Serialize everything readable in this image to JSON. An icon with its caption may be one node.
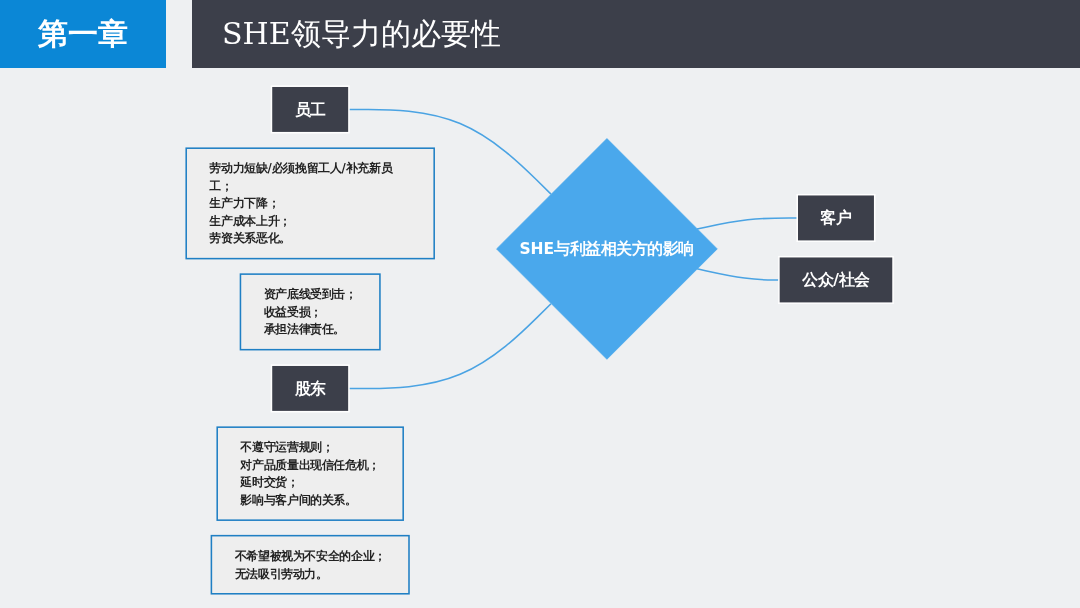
{
  "diagram": {
    "title": "SHE领导力的必要性",
    "nodes": [
      {
        "text": [
          "员工"
        ]
      },
      {
        "text": [
          "劳动力短缺/必须挽留工人/补充新员工；",
          "生产力下降；",
          "生产成本上升；",
          "劳资关系恶化。"
        ]
      },
      {
        "text": [
          "资产底线受到击；",
          "收益受损；",
          "承担法律责任。"
        ]
      },
      {
        "text": [
          "股东"
        ]
      },
      {
        "text": [
          "SHE与利益相关方的影响"
        ]
      },
      {
        "text": [
          "客户"
        ]
      },
      {
        "text": [
          "不遵守运营规则；",
          "对产品质量出现信任危机；",
          "延时交货；",
          "影响与客户间的关系。"
        ]
      },
      {
        "text": [
          "不希望被视为不安全的企业；",
          "无法吸引劳动力。"
        ]
      },
      {
        "text": [
          "公众/社会"
        ]
      }
    ],
    "edges": [
      {
        "from": 0,
        "to": 4,
        "arrow": "none"
      },
      {
        "from": 3,
        "to": 4,
        "arrow": "none"
      },
      {
        "from": 4,
        "to": 5,
        "arrow": "none"
      },
      {
        "from": 4,
        "to": 8,
        "arrow": "none"
      }
    ],
    "labels": [
      "第一章"
    ]
  }
}
